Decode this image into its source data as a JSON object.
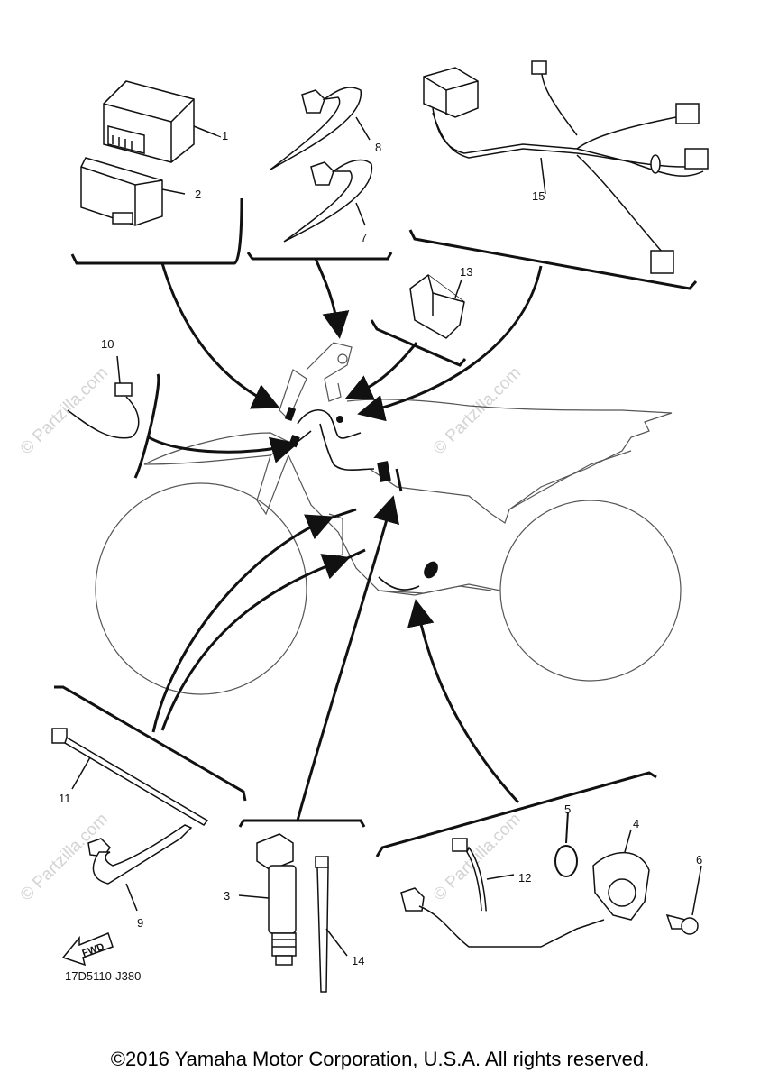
{
  "callouts": {
    "c1": "1",
    "c2": "2",
    "c3": "3",
    "c4": "4",
    "c5": "5",
    "c6": "6",
    "c7": "7",
    "c8": "8",
    "c9": "9",
    "c10": "10",
    "c11": "11",
    "c12": "12",
    "c13": "13",
    "c14": "14",
    "c15": "15"
  },
  "fwd_label": "FWD",
  "diagram_ref": "17D5110-J380",
  "watermark": "© Partzilla.com",
  "copyright": "©2016 Yamaha Motor Corporation, U.S.A. All rights reserved."
}
